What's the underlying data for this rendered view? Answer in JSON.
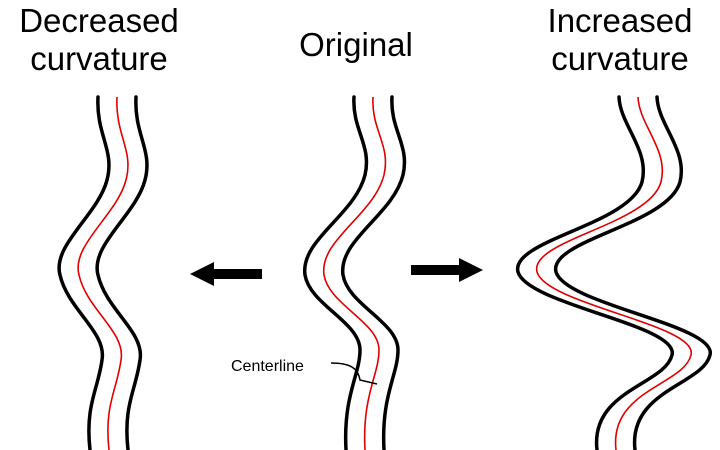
{
  "titles": {
    "decreased_line1": "Decreased",
    "decreased_line2": "curvature",
    "original": "Original",
    "increased_line1": "Increased",
    "increased_line2": "curvature"
  },
  "annotation": {
    "centerline_label": "Centerline"
  },
  "colors": {
    "channel_bank": "#000000",
    "centerline": "#e00000",
    "arrow": "#000000"
  },
  "icons": {
    "left_arrow": "arrow-left-icon",
    "right_arrow": "arrow-right-icon"
  }
}
